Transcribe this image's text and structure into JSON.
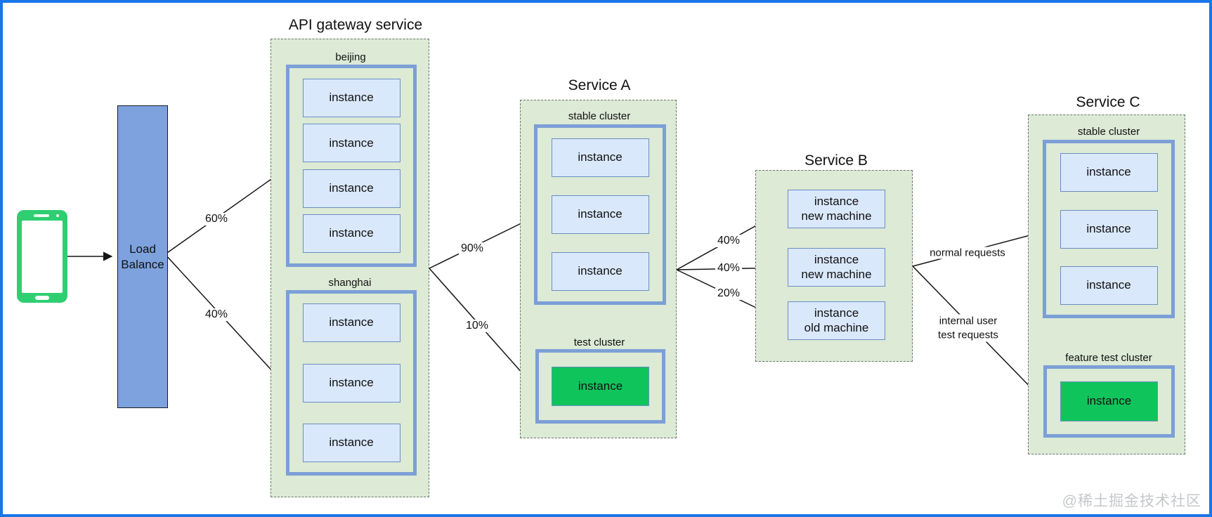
{
  "client": {
    "icon": "smartphone-icon"
  },
  "load_balancer": {
    "label": "Load Balance"
  },
  "api_gateway": {
    "title": "API gateway service",
    "beijing": {
      "name": "beijing",
      "instances": [
        "instance",
        "instance",
        "instance",
        "instance"
      ]
    },
    "shanghai": {
      "name": "shanghai",
      "instances": [
        "instance",
        "instance",
        "instance"
      ]
    }
  },
  "service_a": {
    "title": "Service A",
    "stable": {
      "name": "stable cluster",
      "instances": [
        "instance",
        "instance",
        "instance"
      ]
    },
    "test": {
      "name": "test cluster",
      "instances": [
        "instance"
      ]
    }
  },
  "service_b": {
    "title": "Service B",
    "instances": [
      {
        "line1": "instance",
        "line2": "new machine"
      },
      {
        "line1": "instance",
        "line2": "new machine"
      },
      {
        "line1": "instance",
        "line2": "old machine"
      }
    ]
  },
  "service_c": {
    "title": "Service C",
    "stable": {
      "name": "stable cluster",
      "instances": [
        "instance",
        "instance",
        "instance"
      ]
    },
    "feature": {
      "name": "feature test cluster",
      "instances": [
        "instance"
      ]
    }
  },
  "edge_labels": {
    "lb_to_beijing": "60%",
    "lb_to_shanghai": "40%",
    "gw_to_stable": "90%",
    "gw_to_test": "10%",
    "a_to_b_new1": "40%",
    "a_to_b_new2": "40%",
    "a_to_b_old": "20%",
    "b_to_c_stable": "normal requests",
    "b_to_c_feature_line1": "internal user",
    "b_to_c_feature_line2": "test requests"
  },
  "watermark": "@稀土掘金技术社区",
  "colors": {
    "frame_border": "#1777E8",
    "group_fill": "#DCEAD6",
    "group_border": "#6B766B",
    "cluster_border": "#7C9FD6",
    "instance_fill": "#DAE8FC",
    "instance_border": "#6C8EBF",
    "green_instance_fill": "#10C45C",
    "load_balancer_fill": "#7DA2DE",
    "client_green": "#2FCE71",
    "watermark_gray": "#C4C8CB"
  }
}
